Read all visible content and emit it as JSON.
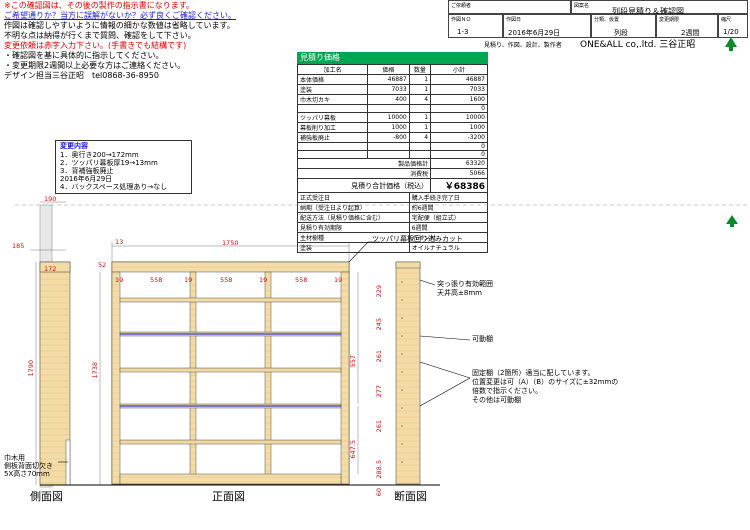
{
  "notes": {
    "line1": "※この確認図は、その後の製作の指示書になります。",
    "line2": "ご希望通りか？当方に誤解がないか？必ず良くご確認ください。",
    "line3": "作図は確認しやすいように情報の細かな数値は省略しています。",
    "line4": "不明な点は納得が行くまで質問、確認をして下さい。",
    "line5": "変更依頼は赤字入力下さい。(手書きでも結構です)",
    "line6": "・確認図を基に具体的に指示してください。",
    "line7": "・変更期限2週間以上必要な方はご連絡ください。",
    "line8": "デザイン担当三谷正昭　tel0868-36-8950"
  },
  "title_block": {
    "client_cap": "ご依頼者",
    "drawing_name_cap": "図案名",
    "drawing_name": "列段見積り＆確認図",
    "drawing_no_cap": "作図ＮＯ",
    "drawing_no": "1-3",
    "date_cap": "作図日",
    "date": "2016年6月29日",
    "category_cap": "分類、仮置",
    "category": "列段",
    "deadline_cap": "変更期限",
    "deadline": "2週間",
    "scale_cap": "縮尺",
    "scale": "1/20",
    "company_line": "見積り、作図、設計、製作者",
    "company": "ONE&ALL co,.ltd.  三谷正昭"
  },
  "price": {
    "title": "見積り価格",
    "headers": [
      "加工名",
      "価格",
      "数量",
      "小計"
    ],
    "rows": [
      [
        "本体価格",
        "46887",
        "1",
        "46887"
      ],
      [
        "塗装",
        "7033",
        "1",
        "7033"
      ],
      [
        "巾木切カキ",
        "400",
        "4",
        "1600"
      ],
      [
        "",
        "",
        "",
        "0"
      ],
      [
        "ツッパリ幕板",
        "10000",
        "1",
        "10000"
      ],
      [
        "幕板削り加工",
        "1000",
        "1",
        "1000"
      ],
      [
        "補強板廃止",
        "-800",
        "4",
        "-3200"
      ],
      [
        "",
        "",
        "",
        "0"
      ],
      [
        "",
        "",
        "",
        "0"
      ]
    ],
    "product_price_label": "製品価格計",
    "product_price": "63320",
    "tax_label": "消費税",
    "tax": "5066",
    "total_label": "見積り合計価格（税込）",
    "total": "￥68386",
    "info": [
      [
        "正式受注日",
        "購入手続き完了日"
      ],
      [
        "納期（受注日より起算）",
        "約6週間"
      ],
      [
        "配送方法（見積り価格に含む）",
        "宅配便（組立式）"
      ],
      [
        "見積り有効期限",
        "6週間"
      ],
      [
        "主材樹種",
        "パイン材"
      ],
      [
        "塗装",
        "オイルナチュラル"
      ]
    ]
  },
  "change": {
    "title": "変更内容",
    "items": [
      "1．奥行き200→172mm",
      "2．ツッパリ幕板厚19→13mm",
      "3．背補強板廃止",
      "2016年6月29日",
      "4．バックスペース処理あり→なし"
    ]
  },
  "drawing": {
    "side_label": "側面図",
    "front_label": "正面図",
    "section_label": "断面図",
    "callout_top": "ツッパリ幕板回り込みカット",
    "callout_span": "突っ張り有効範囲",
    "callout_span2": "天井高±8mm",
    "callout_movable": "可動棚",
    "callout_fixed1": "固定棚（2箇所）適当に配しています。",
    "callout_fixed2": "位置変更は可（A）（B）のサイズに±32mmの",
    "callout_fixed3": "倍数で指示ください。",
    "callout_fixed4": "その他は可動棚",
    "callout_habaki1": "巾木用",
    "callout_habaki2": "側板背面切欠き",
    "callout_habaki3": "5X高さ70mm",
    "dims": {
      "d190": "190",
      "d185": "185",
      "d172": "172",
      "d13": "13",
      "d1750": "1750",
      "d52": "52",
      "d19": "19",
      "d558": "558",
      "d1790": "1790",
      "d1738": "1738",
      "d557": "557",
      "d647": "647.5",
      "d60": "60",
      "s229": "229",
      "s245": "245",
      "s261": "261",
      "s277": "277",
      "s2885": "288.5",
      "s19": "19"
    }
  }
}
